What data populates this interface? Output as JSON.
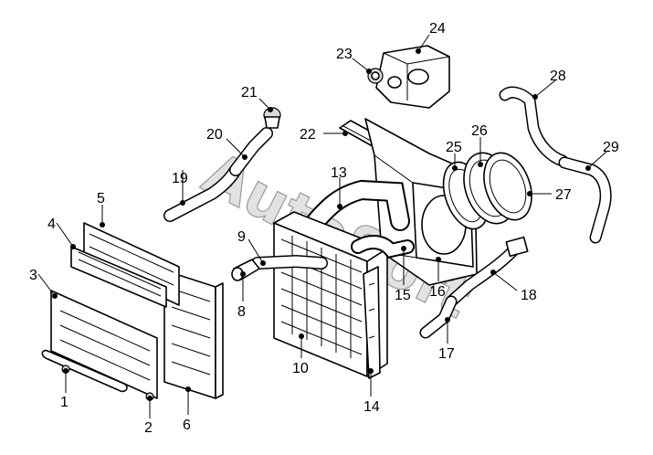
{
  "watermark": "AutoSoft",
  "callouts": [
    {
      "id": "c1",
      "text": "1"
    },
    {
      "id": "c2",
      "text": "2"
    },
    {
      "id": "c3",
      "text": "3"
    },
    {
      "id": "c4",
      "text": "4"
    },
    {
      "id": "c5",
      "text": "5"
    },
    {
      "id": "c6",
      "text": "6"
    },
    {
      "id": "c8",
      "text": "8"
    },
    {
      "id": "c9",
      "text": "9"
    },
    {
      "id": "c10",
      "text": "10"
    },
    {
      "id": "c13",
      "text": "13"
    },
    {
      "id": "c14",
      "text": "14"
    },
    {
      "id": "c15",
      "text": "15"
    },
    {
      "id": "c16",
      "text": "16"
    },
    {
      "id": "c17",
      "text": "17"
    },
    {
      "id": "c18",
      "text": "18"
    },
    {
      "id": "c19",
      "text": "19"
    },
    {
      "id": "c20",
      "text": "20"
    },
    {
      "id": "c21",
      "text": "21"
    },
    {
      "id": "c22",
      "text": "22"
    },
    {
      "id": "c23",
      "text": "23"
    },
    {
      "id": "c24",
      "text": "24"
    },
    {
      "id": "c25",
      "text": "25"
    },
    {
      "id": "c26",
      "text": "26"
    },
    {
      "id": "c27",
      "text": "27"
    },
    {
      "id": "c28",
      "text": "28"
    },
    {
      "id": "c29",
      "text": "29"
    }
  ]
}
